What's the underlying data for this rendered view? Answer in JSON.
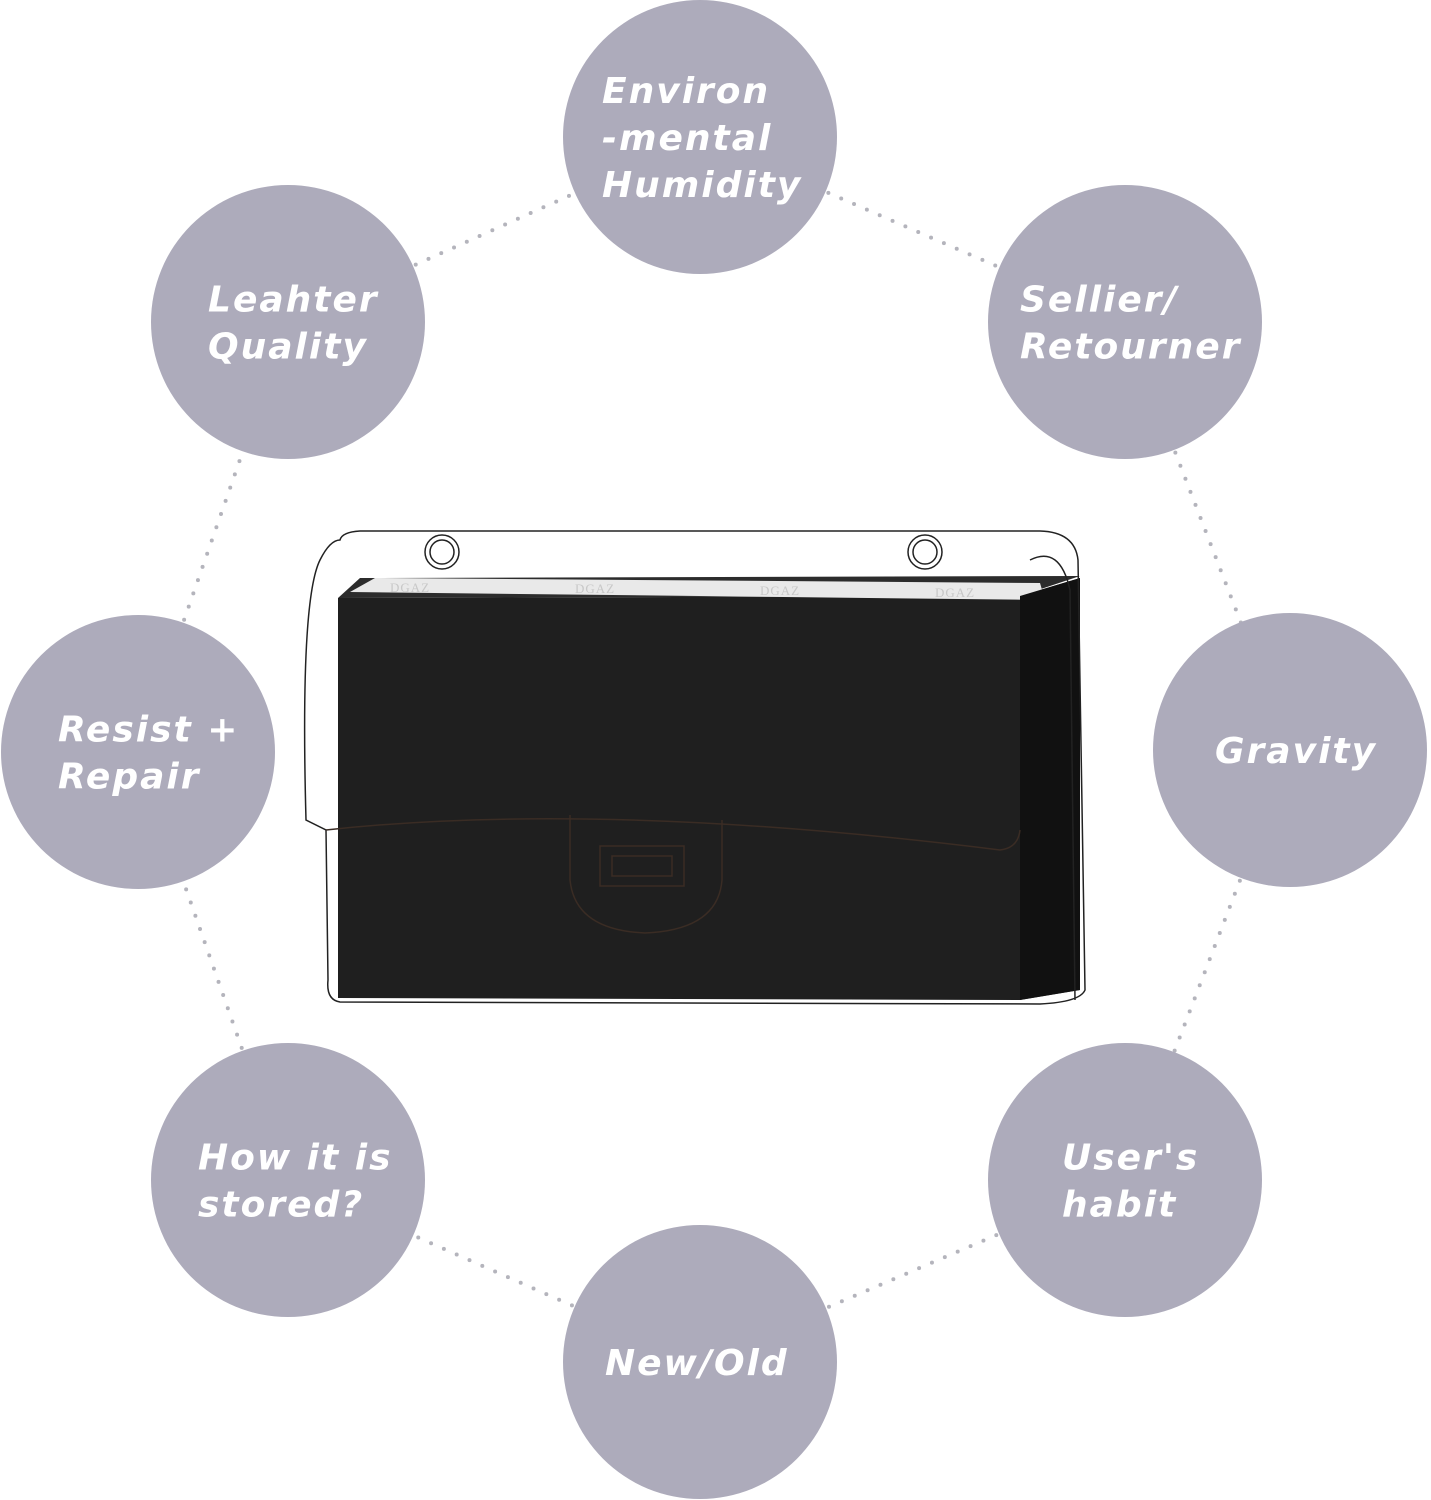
{
  "colors": {
    "circle": "#adabbb",
    "dots": "#b4b4bc",
    "bag": "#262626",
    "text": "#ffffff"
  },
  "factors": [
    {
      "id": "environmental-humidity",
      "lines": [
        "Environ",
        "-mental",
        "Humidity"
      ]
    },
    {
      "id": "sellier-retourner",
      "lines": [
        "Sellier/",
        "Retourner"
      ]
    },
    {
      "id": "gravity",
      "lines": [
        "Gravity"
      ]
    },
    {
      "id": "users-habit",
      "lines": [
        "User's",
        "habit"
      ]
    },
    {
      "id": "new-old",
      "lines": [
        "New/Old"
      ]
    },
    {
      "id": "how-stored",
      "lines": [
        "How it is",
        "stored?"
      ]
    },
    {
      "id": "resist-repair",
      "lines": [
        "Resist +",
        "Repair"
      ]
    },
    {
      "id": "leather-quality",
      "lines": [
        "Leahter",
        "Quality"
      ]
    }
  ],
  "product": {
    "logo_text": "DGAZ"
  }
}
